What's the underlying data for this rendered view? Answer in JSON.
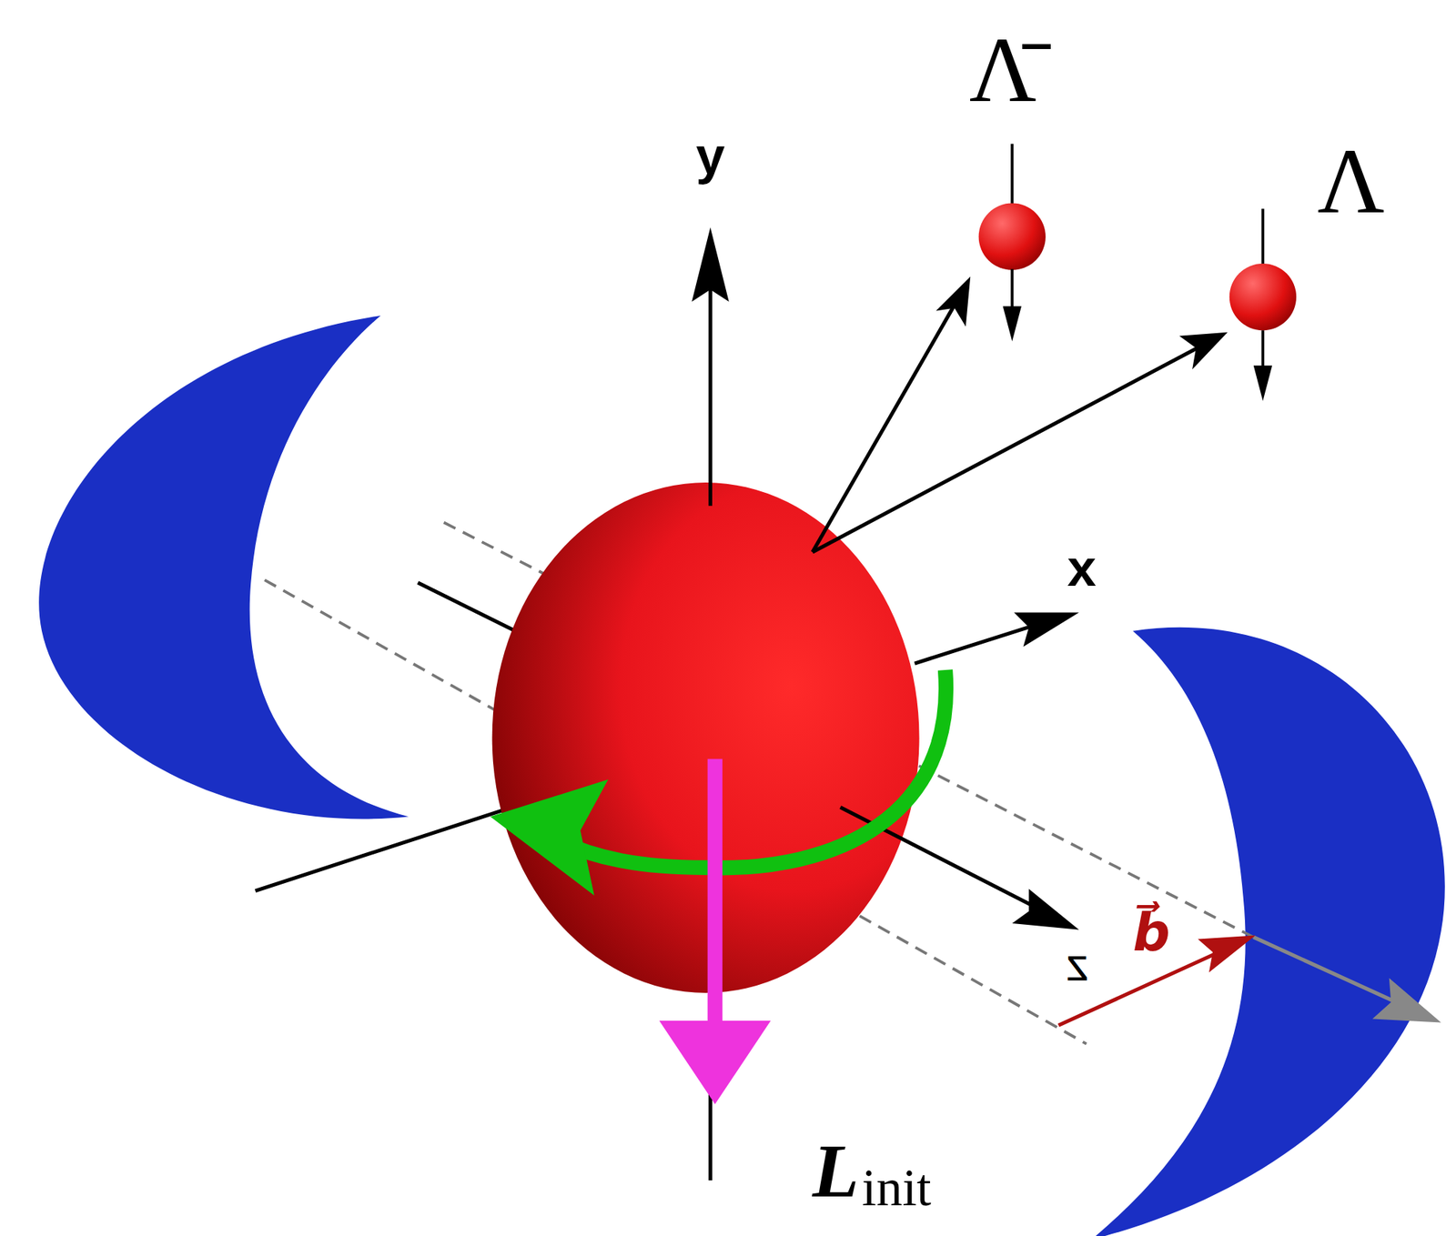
{
  "diagram": {
    "labels": [
      "Λ̄",
      "Λ",
      "y",
      "x",
      "z",
      "b⃗",
      "L",
      "init"
    ]
  }
}
